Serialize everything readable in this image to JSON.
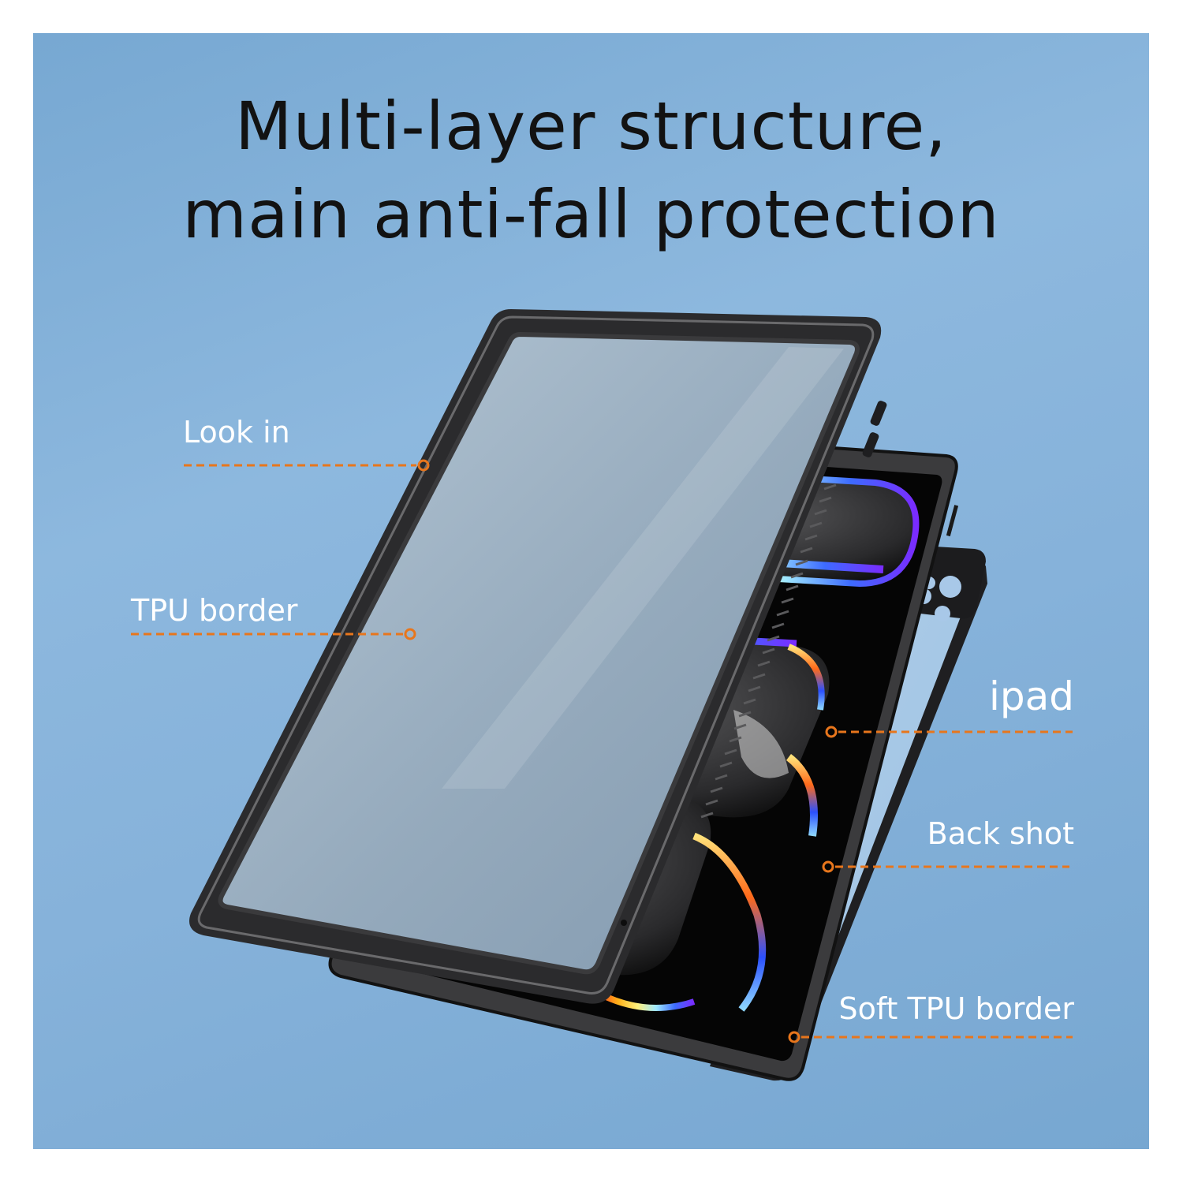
{
  "headline": {
    "line1": "Multi-layer structure,",
    "line2": "main anti-fall protection"
  },
  "callouts": [
    {
      "id": "look-in",
      "label": "Look in",
      "side": "left"
    },
    {
      "id": "tpu-border",
      "label": "TPU border",
      "side": "left"
    },
    {
      "id": "ipad",
      "label": "ipad",
      "side": "right"
    },
    {
      "id": "back-shot",
      "label": "Back shot",
      "side": "right"
    },
    {
      "id": "soft-tpu-border",
      "label": "Soft TPU border",
      "side": "right"
    }
  ],
  "colors": {
    "background": "#7fb0d8",
    "headline": "#121212",
    "label_text": "#ffffff",
    "callout_line": "#e8761c",
    "case_frame": "#2b2b2d",
    "glass": "#c4dcef"
  }
}
